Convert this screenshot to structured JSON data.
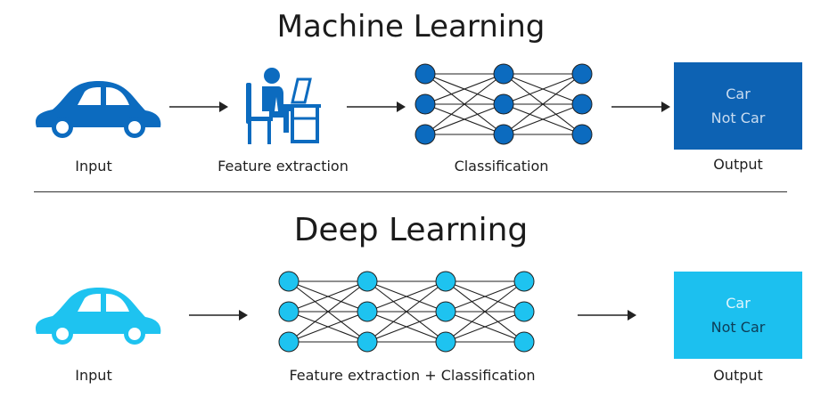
{
  "machine_learning": {
    "title": "Machine Learning",
    "input_label": "Input",
    "feature_label": "Feature extraction",
    "classification_label": "Classification",
    "output_label": "Output",
    "output_options": [
      "Car",
      "Not Car"
    ]
  },
  "deep_learning": {
    "title": "Deep Learning",
    "input_label": "Input",
    "combined_label": "Feature extraction + Classification",
    "output_label": "Output",
    "output_options": [
      "Car",
      "Not Car"
    ]
  },
  "colors": {
    "ml_blue": "#0c6bbf",
    "ml_output_box": "#0d62b3",
    "dl_blue": "#1ec3f0",
    "dl_output_box": "#1cc0ef",
    "ml_output_text": "#c9dcf0",
    "dl_output_text": "#0d3d57",
    "line": "#222222"
  },
  "icons": {
    "ml_input": "car-icon",
    "ml_feature": "person-at-computer-icon",
    "dl_input": "car-icon"
  }
}
